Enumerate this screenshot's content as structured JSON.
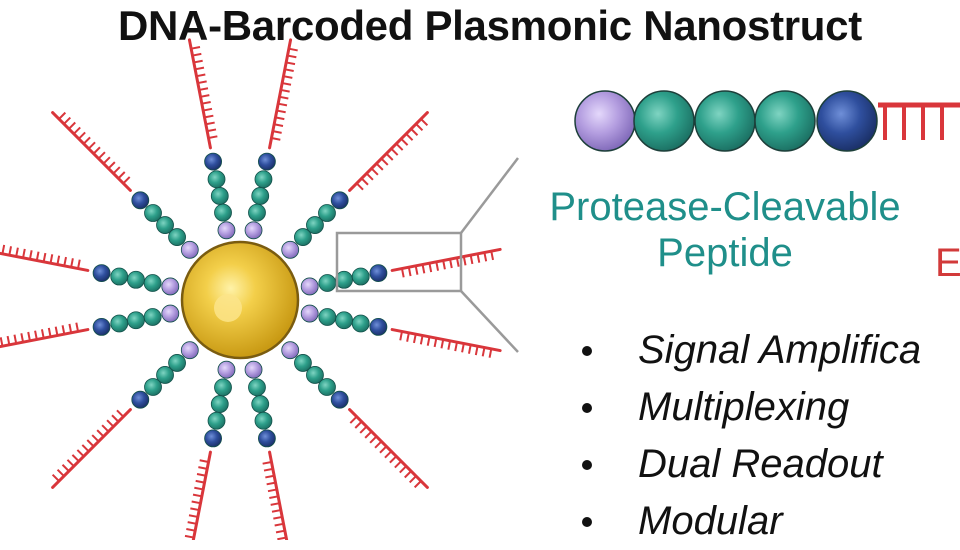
{
  "title": "DNA-Barcoded Plasmonic Nanostruct",
  "labels": {
    "peptide_line1": "Protease-Cleavable",
    "peptide_line2": "Peptide",
    "barcode_fragment": "E"
  },
  "features": [
    "Signal Amplifica",
    "Multiplexing",
    "Dual Readout",
    "Modular"
  ],
  "colors": {
    "gold_core": "#e8b92e",
    "peptide_teal": "#2e9e8a",
    "peptide_lilac": "#b49ee0",
    "peptide_navy": "#2f4f9e",
    "dna_red": "#d9363b",
    "callout_gray": "#9a9a9a",
    "peptide_label_color": "#1f8f8a",
    "barcode_label_color": "#d23a3a"
  }
}
